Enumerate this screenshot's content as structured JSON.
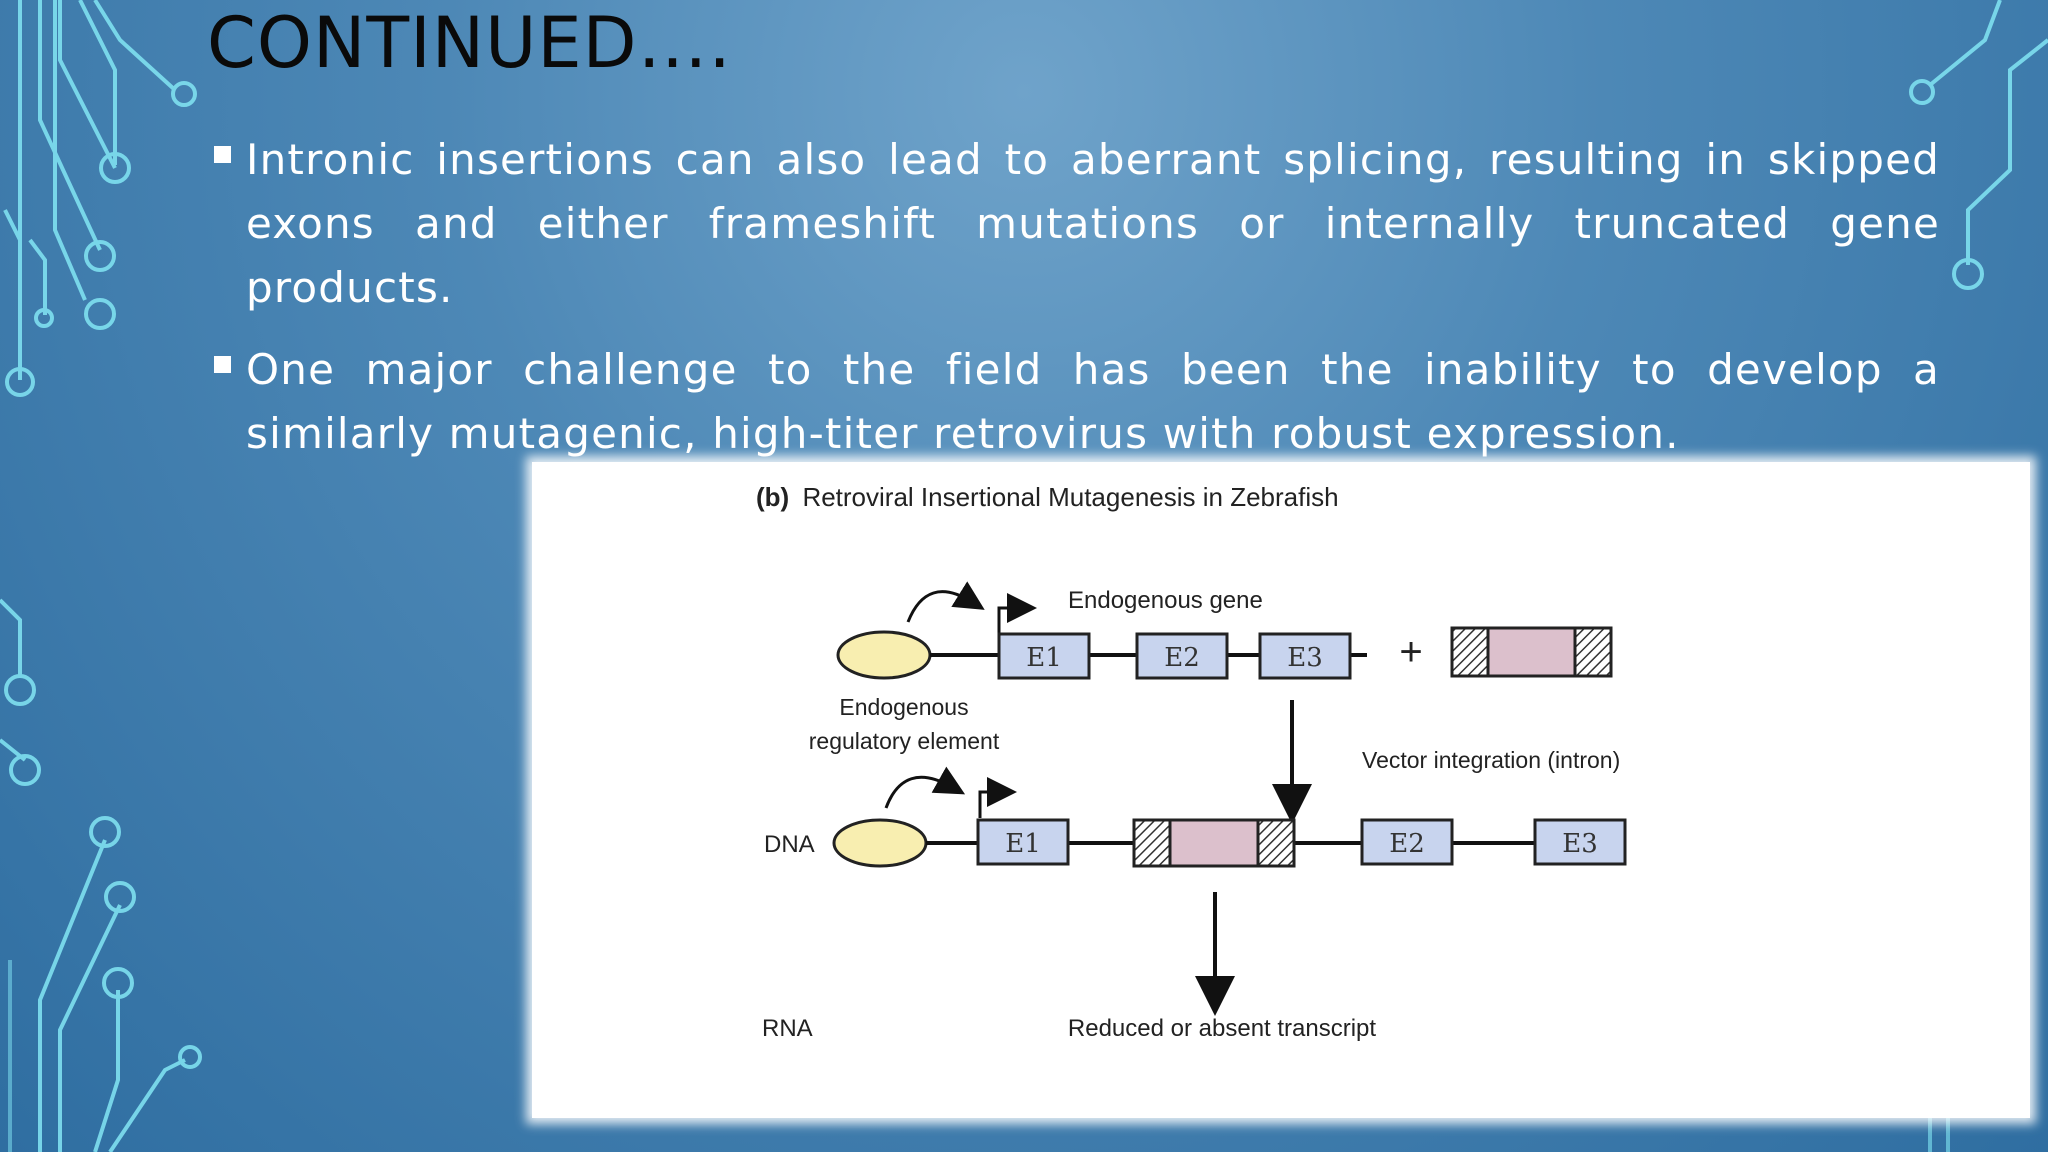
{
  "slide": {
    "title": "CONTINUED….",
    "bullets": [
      "Intronic insertions can also lead to aberrant splicing, resulting in skipped exons and either frameshift mutations or internally truncated gene products.",
      "One major challenge to the field has been the inability to develop a similarly mutagenic, high-titer retrovirus with robust expression."
    ]
  },
  "figure": {
    "title_bold": "(b)",
    "title": "Retroviral Insertional Mutagenesis in Zebrafish",
    "endogenous_gene_label": "Endogenous gene",
    "regulatory_label_line1": "Endogenous",
    "regulatory_label_line2": "regulatory element",
    "plus_sign": "+",
    "vector_integration_label": "Vector integration (intron)",
    "dna_label": "DNA",
    "rna_label": "RNA",
    "rna_result_label": "Reduced or absent transcript",
    "exons": {
      "e1": "E1",
      "e2": "E2",
      "e3": "E3"
    },
    "colors": {
      "exon_fill": "#c8d4ee",
      "vector_fill": "#dcc0cc",
      "regulatory_fill": "#f8eeb0"
    }
  }
}
